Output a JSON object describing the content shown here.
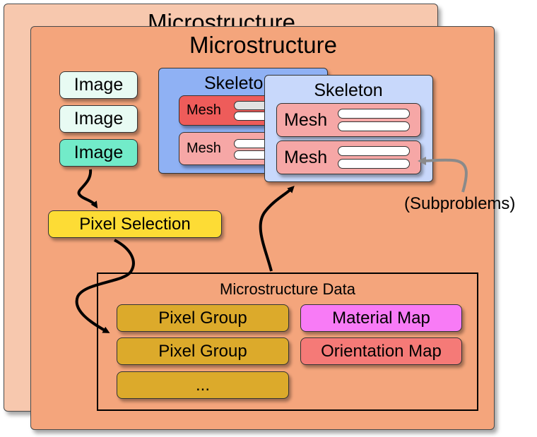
{
  "back_panel": {
    "title": "Microstructure"
  },
  "front_panel": {
    "title": "Microstructure"
  },
  "images": [
    "Image",
    "Image",
    "Image"
  ],
  "pixel_selection": "Pixel Selection",
  "skeleton_back": {
    "title": "Skeleton",
    "meshes": [
      "Mesh",
      "Mesh"
    ]
  },
  "skeleton_front": {
    "title": "Skeleton",
    "meshes": [
      "Mesh",
      "Mesh"
    ]
  },
  "subproblems_label": "(Subproblems)",
  "microstructure_data": {
    "title": "Microstructure Data",
    "pixel_groups": [
      "Pixel Group",
      "Pixel Group",
      "..."
    ],
    "maps": [
      "Material Map",
      "Orientation Map"
    ]
  },
  "colors": {
    "back_panel": "#f7c8ae",
    "front_panel": "#f4a57c",
    "image": "#e8fbf3",
    "image_selected": "#72ebc9",
    "pixel_selection": "#fddc35",
    "skeleton_back": "#8fb1f4",
    "skeleton_front": "#c8d8fb",
    "mesh_red": "#ee5c5a",
    "mesh_pink": "#f6a7a6",
    "pixel_group": "#dcaa2b",
    "material_map": "#f87bf6",
    "orientation_map": "#f57a77"
  }
}
